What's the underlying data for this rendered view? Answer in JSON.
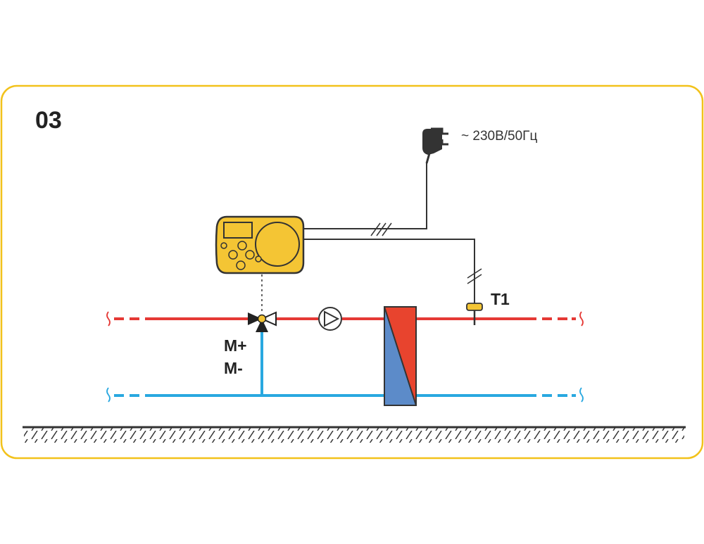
{
  "diagram": {
    "number": "03",
    "power_label": "~ 230В/50Гц",
    "sensor_label": "T1",
    "valve_labels": [
      "M+",
      "M-"
    ]
  },
  "colors": {
    "frame": "#F2C21B",
    "supply": "#E53935",
    "return": "#29A8E0",
    "controller": "#F4C534",
    "hx_hot": "#E8442E",
    "hx_cold": "#5C8BC9",
    "wire": "#333333"
  },
  "icons": [
    "plug-icon",
    "controller-icon",
    "three-way-valve-icon",
    "pump-icon",
    "heat-exchanger-icon",
    "temperature-sensor-icon",
    "ground-icon"
  ]
}
